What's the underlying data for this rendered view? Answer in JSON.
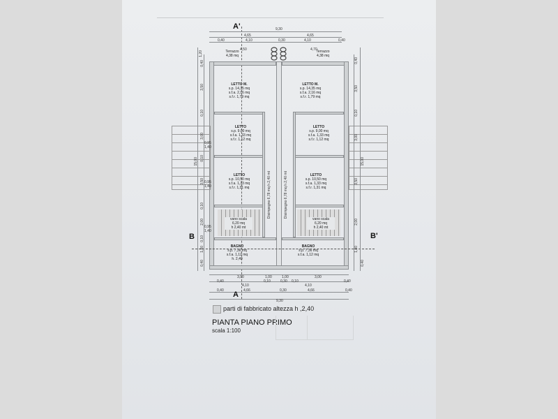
{
  "drawing": {
    "title": "PIANTA PIANO PRIMO",
    "scale": "scala 1:100",
    "legend_label": "parti di fabbricato altezza h ,2,40",
    "section_markers": {
      "a_top": "A'",
      "a_bottom": "A",
      "b_left": "B",
      "b_right": "B'"
    }
  },
  "top_dims": {
    "total": "9,30",
    "half_left": "4,65",
    "half_right": "4,65",
    "edge_left": "0,40",
    "edge_right": "0,40",
    "inner_left": "4,10",
    "inner_right": "4,10",
    "center": "0,30",
    "terrace_w_left": "4,50",
    "terrace_w_right": "4,70"
  },
  "bottom_dims": {
    "row1": [
      "3,00",
      "1,00",
      "1,00",
      "3,00"
    ],
    "row2": [
      "0,40",
      "0,10",
      "0,30",
      "0,10",
      "0,40"
    ],
    "row2_inner": [
      "4,10",
      "4,10"
    ],
    "row3": [
      "0,40",
      "4,66",
      "0,30",
      "4,66",
      "0,40"
    ],
    "total": "9,30"
  },
  "side_dims": {
    "left": [
      "1,20",
      "0,40",
      "3,50",
      "0,10",
      "3,00",
      "0,10",
      "3,50",
      "0,10",
      "2,00",
      "0,10",
      "1,80",
      "0,40"
    ],
    "left_total": "15,00",
    "window_notes": [
      "0,95 1,40",
      "0,95 1,40",
      "0,95 1,40"
    ]
  },
  "rooms": {
    "terrace_left": {
      "name": "Terrazzo",
      "area": "4,38 mq"
    },
    "terrace_right": {
      "name": "Terrazzo",
      "area": "4,38 mq"
    },
    "letto_m_left": {
      "name": "LETTO M.",
      "sp": "s.p. 14,35 mq",
      "sfa": "s.f.a. 2,16 mq",
      "sfr": "s.f.r. 1,79 mq"
    },
    "letto_m_right": {
      "name": "LETTO M.",
      "sp": "s.p. 14,35 mq",
      "sfa": "s.f.a. 2,16 mq",
      "sfr": "s.f.r. 1,79 mq"
    },
    "letto1_left": {
      "name": "LETTO",
      "sp": "s.p. 9,00 mq",
      "sfa": "s.f.a. 1,33 mq",
      "sfr": "s.f.r. 1,12 mq"
    },
    "letto1_right": {
      "name": "LETTO",
      "sp": "s.p. 9,00 mq",
      "sfa": "s.f.a. 1,33 mq",
      "sfr": "s.f.r. 1,12 mq"
    },
    "letto2_left": {
      "name": "LETTO",
      "sp": "s.p. 10,50 mq",
      "sfa": "s.f.a. 1,33 mq",
      "sfr": "s.f.r. 1,31 mq"
    },
    "letto2_right": {
      "name": "LETTO",
      "sp": "s.p. 10,50 mq",
      "sfa": "s.f.a. 1,33 mq",
      "sfr": "s.f.r. 1,31 mq"
    },
    "disimpegno_left": {
      "name": "Disimpegno",
      "sp": "6,78 mq",
      "h": "h 2,40 mt"
    },
    "disimpegno_right": {
      "name": "Disimpegno",
      "sp": "6,78 mq",
      "h": "h 2,40 mt"
    },
    "vano_scala_left": {
      "name": "vano scala",
      "sp": "6,20 mq",
      "h": "h 2,40 mt"
    },
    "vano_scala_right": {
      "name": "vano scala",
      "sp": "6,20 mq",
      "h": "h 2,40 mt"
    },
    "bagno_left": {
      "name": "BAGNO",
      "sp": "s.p. 7,36 mq",
      "sfa": "s.f.a. 1,12 mq",
      "h": "h. 2,40"
    },
    "bagno_right": {
      "name": "BAGNO",
      "sp": "s.p. 7,36 mq",
      "sfa": "s.f.a. 1,12 mq"
    }
  },
  "colors": {
    "paper": "#e8eaec",
    "line": "#8a8d90",
    "text": "#222222",
    "background": "#dcdcdc"
  }
}
